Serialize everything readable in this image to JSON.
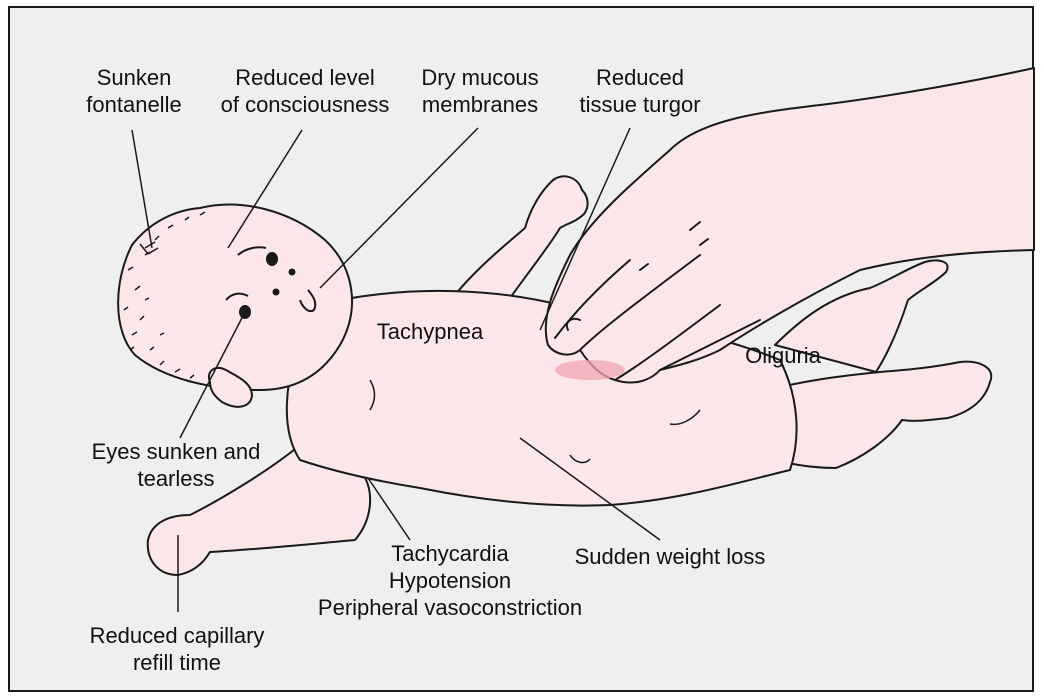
{
  "labels": {
    "sunken_fontanelle": [
      "Sunken",
      "fontanelle"
    ],
    "reduced_consciousness": [
      "Reduced level",
      "of consciousness"
    ],
    "dry_mucous": [
      "Dry mucous",
      "membranes"
    ],
    "tissue_turgor": [
      "Reduced",
      "tissue turgor"
    ],
    "tachypnea": "Tachypnea",
    "oliguria": "Oliguria",
    "eyes_sunken": [
      "Eyes sunken and",
      "tearless"
    ],
    "cardio": [
      "Tachycardia",
      "Hypotension",
      "Peripheral vasoconstriction"
    ],
    "weight_loss": "Sudden weight loss",
    "capillary_refill": [
      "Reduced capillary",
      "refill time"
    ]
  },
  "colors": {
    "background": "#efefef",
    "skin": "#fbe7e7",
    "outline": "#1a1a1a",
    "pinch_highlight": "#f2a6b0"
  }
}
